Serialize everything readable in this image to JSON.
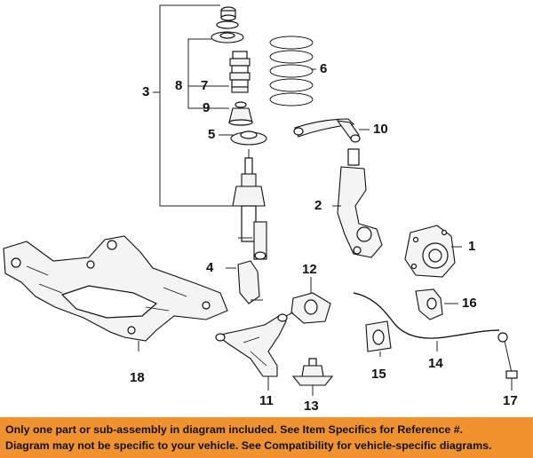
{
  "diagram": {
    "callouts": [
      "1",
      "2",
      "3",
      "4",
      "5",
      "6",
      "7",
      "8",
      "9",
      "10",
      "11",
      "12",
      "13",
      "14",
      "15",
      "16",
      "17",
      "18"
    ]
  },
  "footer": {
    "line1": "Only one part or sub-assembly in diagram included. See Item Specifics for Reference #.",
    "line2": "Diagram may not be specific to your vehicle. See Compatibility for vehicle-specific diagrams."
  },
  "colors": {
    "footer_background": "#f0922e",
    "line_art": "#111111",
    "background": "#ffffff"
  }
}
